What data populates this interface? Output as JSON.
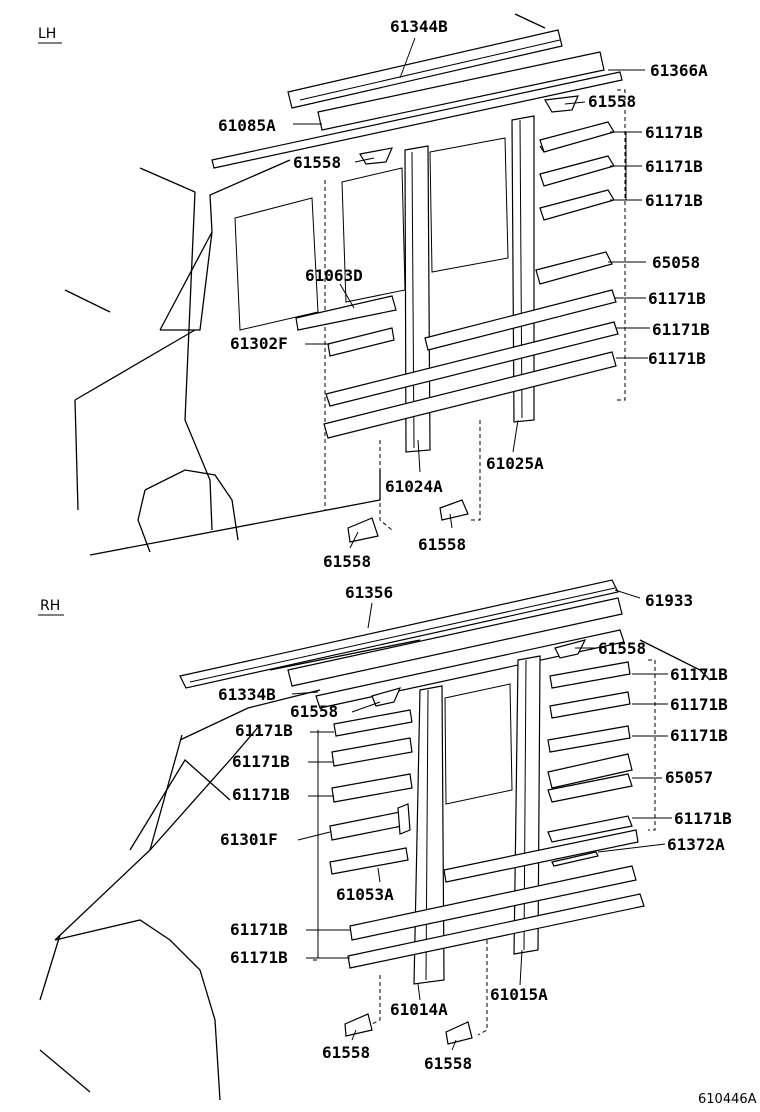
{
  "sections": {
    "lh": {
      "side_label": "LH",
      "parts": {
        "p61344B": "61344B",
        "p61366A": "61366A",
        "p61558_top": "61558",
        "p61085A": "61085A",
        "p61558_mid": "61558",
        "p61171B_1": "61171B",
        "p61171B_2": "61171B",
        "p61171B_3": "61171B",
        "p65058": "65058",
        "p61063D": "61063D",
        "p61171B_4": "61171B",
        "p61302F": "61302F",
        "p61171B_5": "61171B",
        "p61171B_6": "61171B",
        "p61024A": "61024A",
        "p61025A": "61025A",
        "p61558_bl": "61558",
        "p61558_br": "61558"
      }
    },
    "rh": {
      "side_label": "RH",
      "parts": {
        "p61356": "61356",
        "p61933": "61933",
        "p61558_top": "61558",
        "p61334B": "61334B",
        "p61558_mid": "61558",
        "p61171B_r1": "61171B",
        "p61171B_l1": "61171B",
        "p61171B_r2": "61171B",
        "p61171B_l2": "61171B",
        "p61171B_r3": "61171B",
        "p61171B_l3": "61171B",
        "p65057": "65057",
        "p61171B_r4": "61171B",
        "p61301F": "61301F",
        "p61372A": "61372A",
        "p61053A": "61053A",
        "p61171B_l4": "61171B",
        "p61171B_l5": "61171B",
        "p61014A": "61014A",
        "p61015A": "61015A",
        "p61558_bl": "61558",
        "p61558_br": "61558"
      }
    }
  },
  "reference_code": "610446A"
}
